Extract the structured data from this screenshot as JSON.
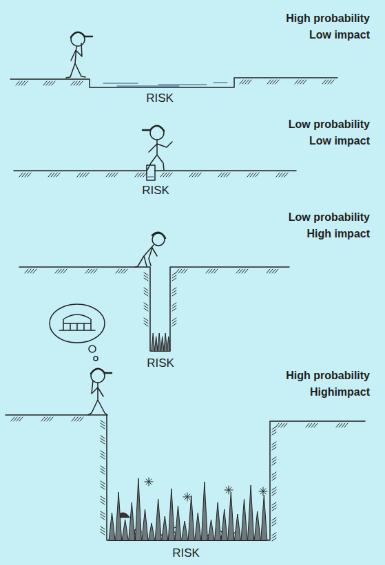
{
  "diagram": {
    "labels": [
      "High probability",
      "Low impact",
      "RISK",
      "Low probability",
      "Low impact",
      "RISK",
      "Low probability",
      "High impact",
      "RISK",
      "High probability",
      "Highimpact",
      "RISK"
    ]
  }
}
